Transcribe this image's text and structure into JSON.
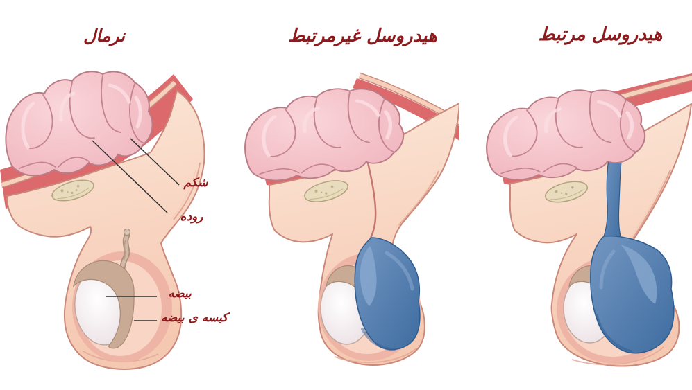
{
  "panels": [
    {
      "id": "normal",
      "title": "نرمال"
    },
    {
      "id": "noncommunicating-hydrocele",
      "title": "هیدروسل غیرمرتبط"
    },
    {
      "id": "communicating-hydrocele",
      "title": "هیدروسل مرتبط"
    }
  ],
  "annotations": {
    "labels": [
      {
        "text": "شکم"
      },
      {
        "text": "روده"
      },
      {
        "text": "بیضه"
      },
      {
        "text": "کیسه ی بیضه"
      }
    ]
  },
  "colors": {
    "background": "#ffffff",
    "title_text": "#8e1a1d",
    "label_text": "#8e1a1d",
    "leader_line": "#2f2f2f",
    "skin_peach": "#f7cfb9",
    "abdominal_wall_red": "#dc696c",
    "intestine_pink": "#f5c6cc",
    "hydrocele_fluid_blue": "#4b79ad",
    "testicle_white": "#f2e9ec",
    "epididymis_tan": "#c9aa95",
    "pubic_bone_beige": "#e9dcbe"
  }
}
